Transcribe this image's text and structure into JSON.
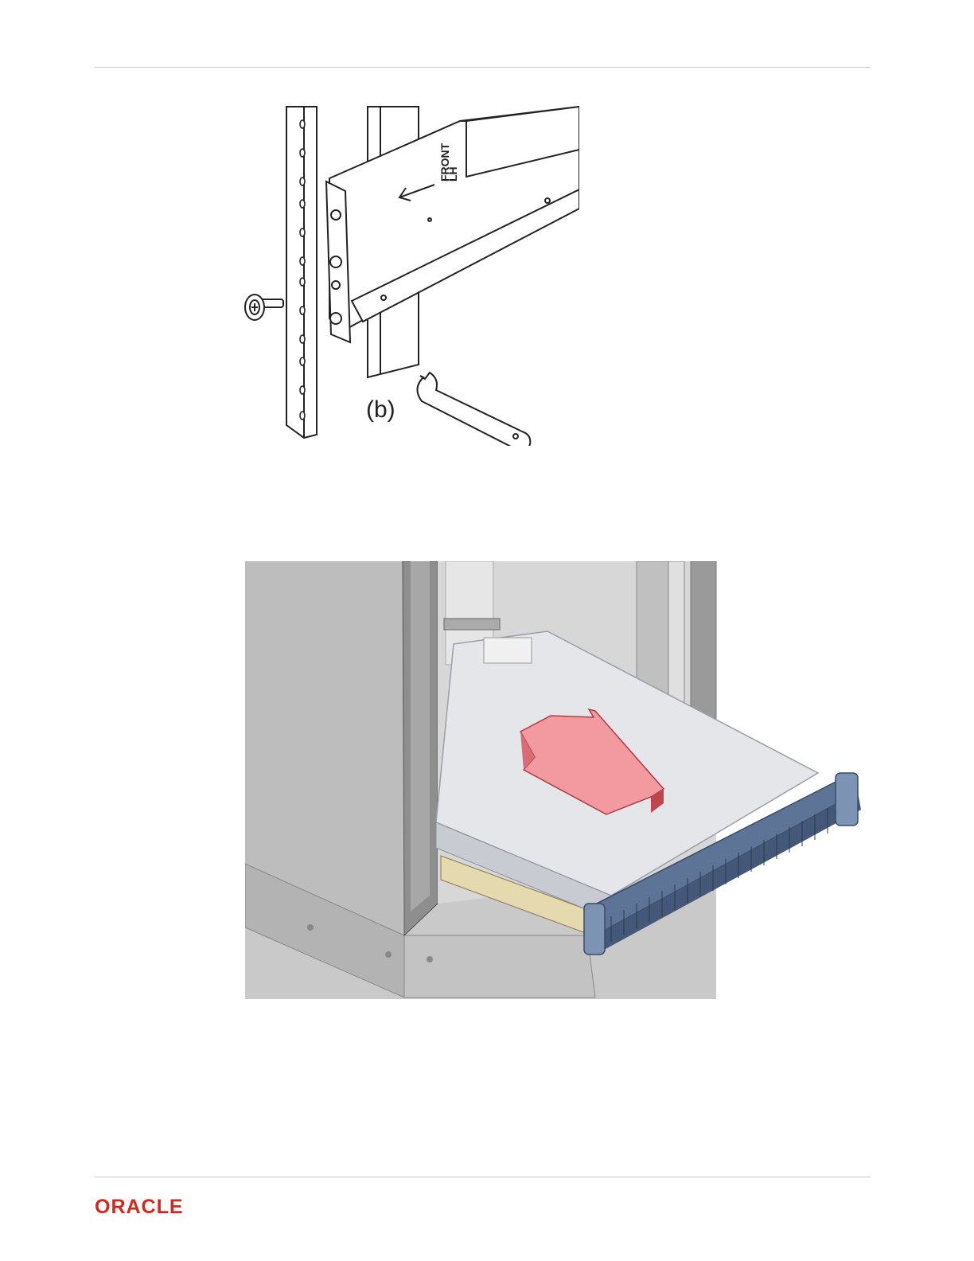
{
  "figure1": {
    "rail_label_line1": "LH",
    "rail_label_line2": "FRONT",
    "callout": "(b)"
  },
  "figure2": {},
  "footer": {
    "logo_text": "ORACLE",
    "logo_color": "#d8261c"
  }
}
